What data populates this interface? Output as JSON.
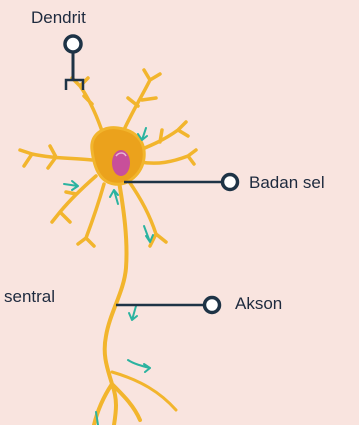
{
  "labels": {
    "dendrite": "Dendrit",
    "cell_body": "Badan sel",
    "axon": "Akson",
    "partial_text": "sentral"
  },
  "colors": {
    "background": "#f9e4df",
    "neuron": "#f2b52d",
    "soma": "#eba21c",
    "nucleus": "#c84f9a",
    "callout": "#1e3346",
    "signal_arrow": "#2bb3a0"
  }
}
